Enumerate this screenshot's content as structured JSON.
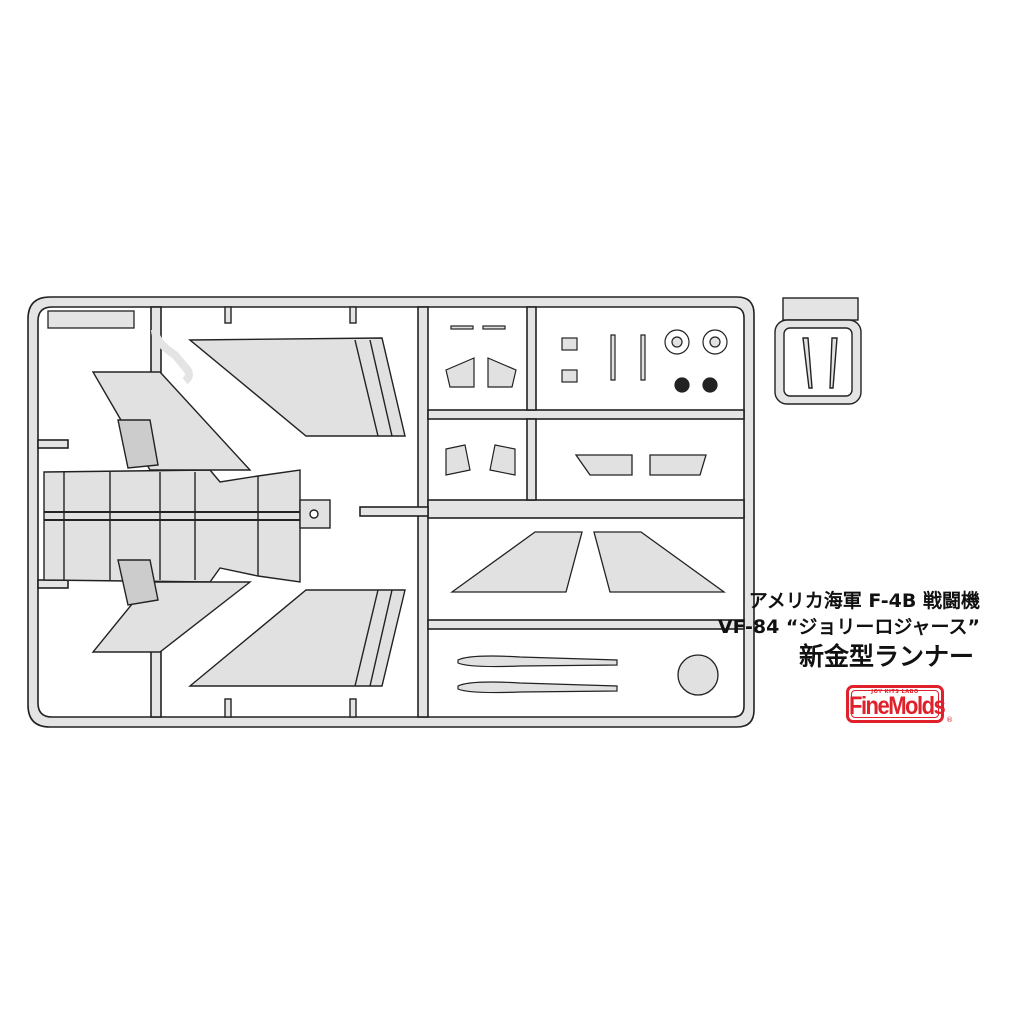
{
  "caption": {
    "line1": "アメリカ海軍 F-4B 戦闘機",
    "line2": "VF-84 “ジョリーロジャース”",
    "line3": "新金型ランナー"
  },
  "logo": {
    "tagline": "JOY KITS LABO",
    "brand": "FineMolds",
    "registered": "®",
    "color": "#e0202a"
  },
  "diagram": {
    "subject": "F-4B plastic model kit sprue (runner)",
    "runner_fill": "#e4e4e4",
    "part_fill": "#e1e1e1",
    "outline": "#222222",
    "parts": [
      "fuselage-lower-half",
      "outer-wing-left",
      "outer-wing-right",
      "pylons-small",
      "intake-pieces",
      "landing-gear-struts",
      "main-wheels",
      "nose-wheels",
      "intake-splitters",
      "flap-pieces",
      "horizontal-stabilizer-left",
      "horizontal-stabilizer-right",
      "fuel-tanks",
      "radome-disc",
      "separate-small-sprue-parts"
    ]
  }
}
